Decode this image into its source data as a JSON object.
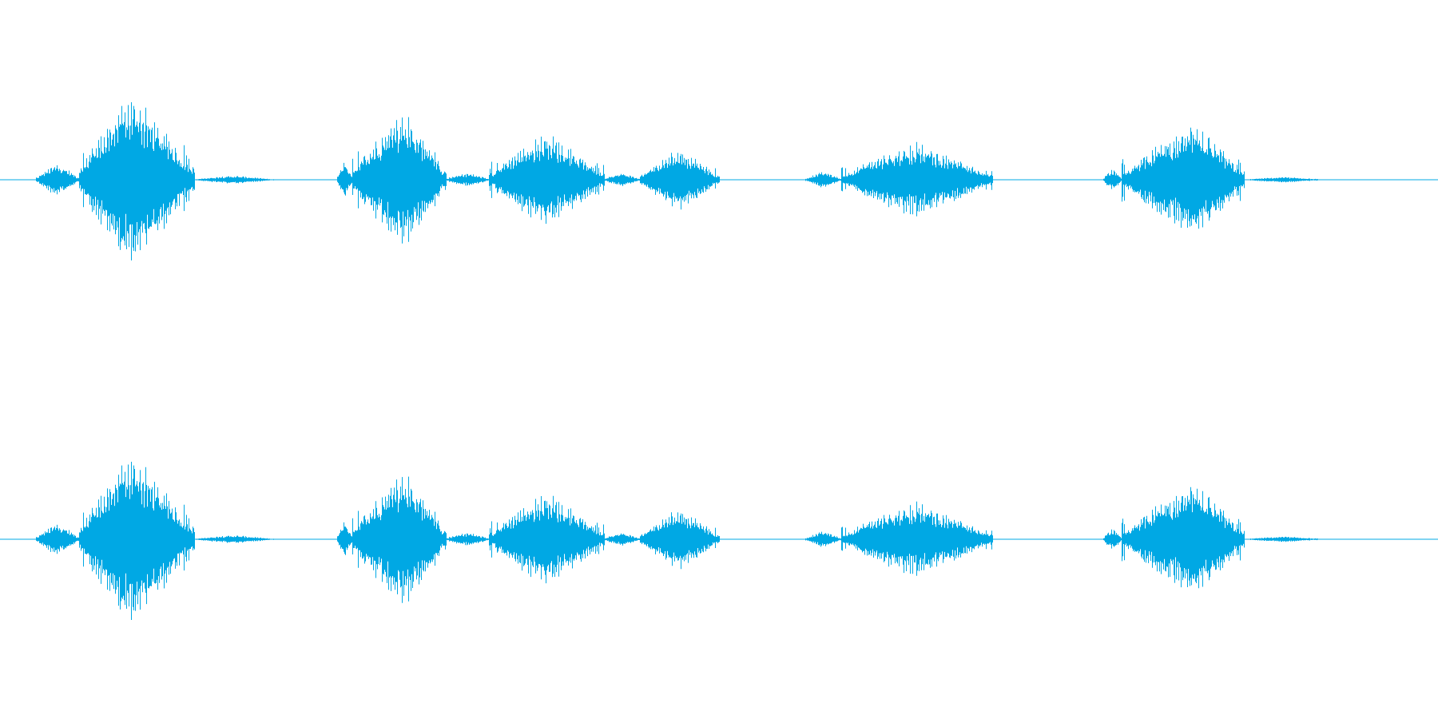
{
  "waveform": {
    "color": "#00a8e4",
    "channels": [
      {
        "channel": "left"
      },
      {
        "channel": "right"
      }
    ],
    "duration_fraction": 1.0,
    "bursts": [
      {
        "start": 0.025,
        "end": 0.055,
        "amp": 0.12,
        "dense": 0.6
      },
      {
        "start": 0.055,
        "end": 0.135,
        "amp": 0.62,
        "dense": 1.0,
        "peak": 0.45
      },
      {
        "start": 0.135,
        "end": 0.19,
        "amp": 0.03,
        "dense": 0.3
      },
      {
        "start": 0.234,
        "end": 0.245,
        "amp": 0.14,
        "dense": 0.7
      },
      {
        "start": 0.245,
        "end": 0.31,
        "amp": 0.5,
        "dense": 1.0,
        "peak": 0.55
      },
      {
        "start": 0.31,
        "end": 0.34,
        "amp": 0.05,
        "dense": 0.5
      },
      {
        "start": 0.34,
        "end": 0.42,
        "amp": 0.34,
        "dense": 1.0,
        "peak": 0.5
      },
      {
        "start": 0.42,
        "end": 0.445,
        "amp": 0.05,
        "dense": 0.5
      },
      {
        "start": 0.445,
        "end": 0.5,
        "amp": 0.23,
        "dense": 1.0,
        "peak": 0.5
      },
      {
        "start": 0.56,
        "end": 0.585,
        "amp": 0.06,
        "dense": 0.6
      },
      {
        "start": 0.585,
        "end": 0.69,
        "amp": 0.27,
        "dense": 0.9,
        "peak": 0.5
      },
      {
        "start": 0.767,
        "end": 0.78,
        "amp": 0.08,
        "dense": 0.6
      },
      {
        "start": 0.78,
        "end": 0.865,
        "amp": 0.4,
        "dense": 0.9,
        "peak": 0.6
      },
      {
        "start": 0.865,
        "end": 0.92,
        "amp": 0.02,
        "dense": 0.3
      }
    ]
  }
}
